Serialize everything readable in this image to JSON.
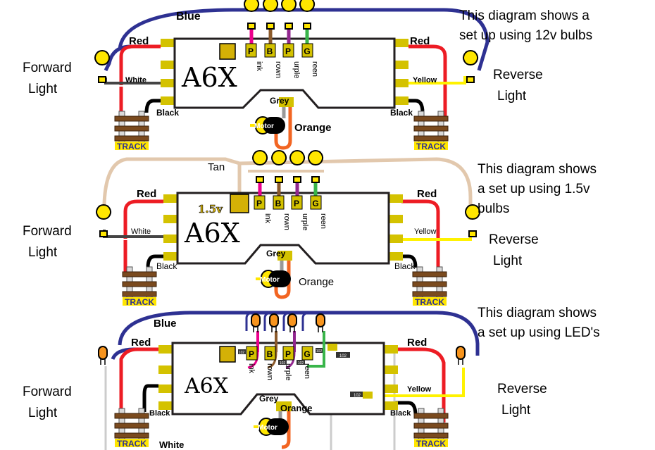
{
  "panels": [
    {
      "board": "A6X",
      "description": "This diagram shows a set up using  12v bulbs",
      "forward_light": "Forward Light",
      "reverse_light": "Reverse Light",
      "wires": {
        "top": "Blue",
        "red_left": "Red",
        "red_right": "Red",
        "white": "White",
        "yellow": "Yellow",
        "black_left": "Black",
        "black_right": "Black",
        "grey": "Grey",
        "orange": "Orange"
      },
      "function_pads": [
        "P",
        "B",
        "P",
        "G"
      ],
      "function_words": [
        "ink",
        "rown",
        "urple",
        "reen"
      ],
      "motor": "Motor",
      "track": "TRACK"
    },
    {
      "board": "A6X",
      "description": "This diagram shows a set up using  1.5v bulbs",
      "forward_light": "Forward Light",
      "reverse_light": "Reverse Light",
      "resistor": "1.5v",
      "wires": {
        "top": "Tan",
        "red_left": "Red",
        "red_right": "Red",
        "white": "White",
        "yellow": "Yellow",
        "black_left": "Black",
        "black_right": "Black",
        "grey": "Grey",
        "orange": "Orange"
      },
      "function_pads": [
        "P",
        "B",
        "P",
        "G"
      ],
      "function_words": [
        "ink",
        "rown",
        "urple",
        "reen"
      ],
      "motor": "Motor",
      "track": "TRACK"
    },
    {
      "board": "A6X",
      "description": "This diagram shows a set up using  LED's",
      "forward_light": "Forward Light",
      "reverse_light": "Reverse Light",
      "wires": {
        "top": "Blue",
        "red_left": "Red",
        "red_right": "Red",
        "white": "White",
        "yellow": "Yellow",
        "black_left": "Black",
        "black_right": "Black",
        "grey": "Grey",
        "orange": "Orange"
      },
      "function_pads": [
        "P",
        "B",
        "P",
        "G"
      ],
      "function_words": [
        "ink",
        "rown",
        "urple",
        "reen"
      ],
      "resistor_labels": [
        "102",
        "102",
        "102",
        "102",
        "102",
        "102"
      ],
      "motor": "Motor",
      "track": "TRACK"
    }
  ]
}
